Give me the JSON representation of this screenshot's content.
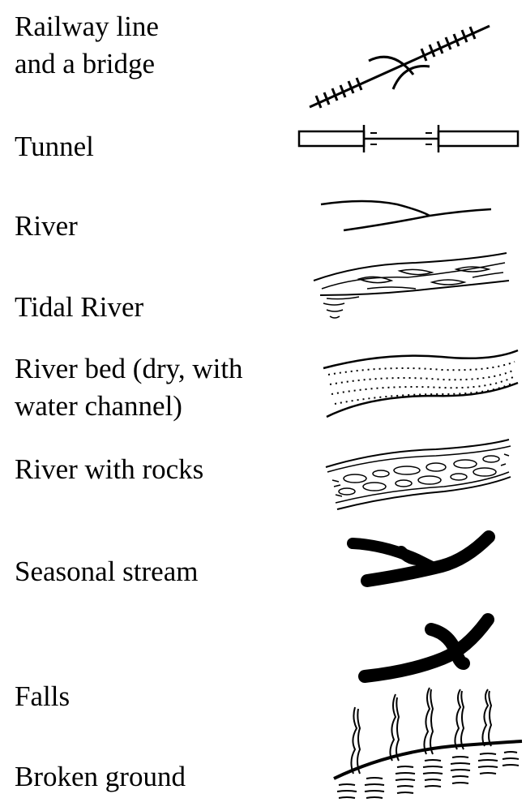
{
  "legend": {
    "items": [
      {
        "id": "railway",
        "label_lines": [
          "Railway line",
          "and a bridge"
        ],
        "icon": "railway-bridge-icon"
      },
      {
        "id": "tunnel",
        "label_lines": [
          "Tunnel"
        ],
        "icon": "tunnel-icon"
      },
      {
        "id": "river",
        "label_lines": [
          "River"
        ],
        "icon": "river-icon"
      },
      {
        "id": "tidal-river",
        "label_lines": [
          "Tidal River"
        ],
        "icon": "tidal-river-icon"
      },
      {
        "id": "river-bed",
        "label_lines": [
          "River bed (dry, with",
          "water channel)"
        ],
        "icon": "dry-river-bed-icon"
      },
      {
        "id": "river-rocks",
        "label_lines": [
          "River with rocks"
        ],
        "icon": "river-with-rocks-icon"
      },
      {
        "id": "seasonal-stream",
        "label_lines": [
          "Seasonal stream"
        ],
        "icon": "seasonal-stream-icon"
      },
      {
        "id": "falls",
        "label_lines": [
          "Falls"
        ],
        "icon": "falls-icon"
      },
      {
        "id": "broken-ground",
        "label_lines": [
          "Broken ground"
        ],
        "icon": "broken-ground-icon"
      }
    ]
  }
}
